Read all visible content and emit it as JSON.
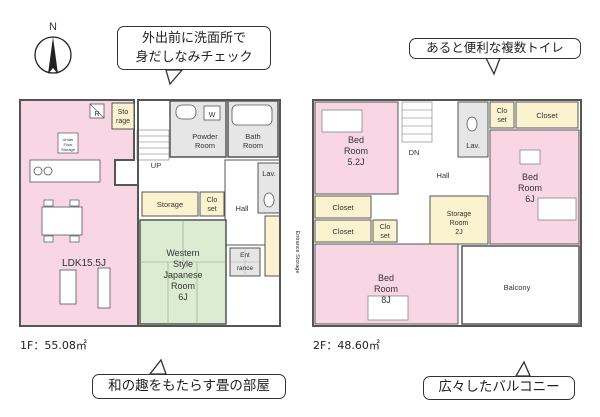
{
  "callouts": {
    "top_left": {
      "line1": "外出前に洗面所で",
      "line2": "身だしなみチェック"
    },
    "top_right": "あると便利な複数トイレ",
    "bottom_left": "和の趣をもたらす畳の部屋",
    "bottom_right": "広々したバルコニー"
  },
  "compass": {
    "north_label": "N"
  },
  "floor1": {
    "area_label": "1F：55.08㎡",
    "rooms": {
      "storage_top_line1": "Sto",
      "storage_top_line2": "rage",
      "powder_line1": "Powder",
      "powder_line2": "Room",
      "bath_line1": "Bath",
      "bath_line2": "Room",
      "w_label": "W",
      "r_label": "R",
      "under_floor_line1": "Under",
      "under_floor_line2": "Floor",
      "under_floor_line3": "Storage",
      "up_label": "UP",
      "lav_label": "Lav.",
      "hall_label": "Hall",
      "storage_label": "Storage",
      "closet_line1": "Clo",
      "closet_line2": "set",
      "ldk_label": "LDK15.5J",
      "japanese_line1": "Western",
      "japanese_line2": "Style",
      "japanese_line3": "Japanese",
      "japanese_line4": "Room",
      "japanese_line5": "6J",
      "entrance_line1": "Ent",
      "entrance_line2": "rance",
      "entrance_storage": "Entrance Storage"
    }
  },
  "floor2": {
    "area_label": "2F：48.60㎡",
    "rooms": {
      "bed1_line1": "Bed",
      "bed1_line2": "Room",
      "bed1_line3": "5.2J",
      "bed2_line1": "Bed",
      "bed2_line2": "Room",
      "bed2_line3": "6J",
      "bed3_line1": "Bed",
      "bed3_line2": "Room",
      "bed3_line3": "8J",
      "dn_label": "DN",
      "lav_label": "Lav.",
      "closet_small_line1": "Clo",
      "closet_small_line2": "set",
      "closet_label": "Closet",
      "hall_label": "Hall",
      "storage_room_line1": "Storage",
      "storage_room_line2": "Room",
      "storage_room_line3": "2J",
      "balcony_label": "Balcony"
    }
  },
  "colors": {
    "pink": "#f8d6e3",
    "green": "#dcecd2",
    "cream": "#fbf3cf",
    "gray": "#e6e6e6",
    "wall": "#555555"
  }
}
